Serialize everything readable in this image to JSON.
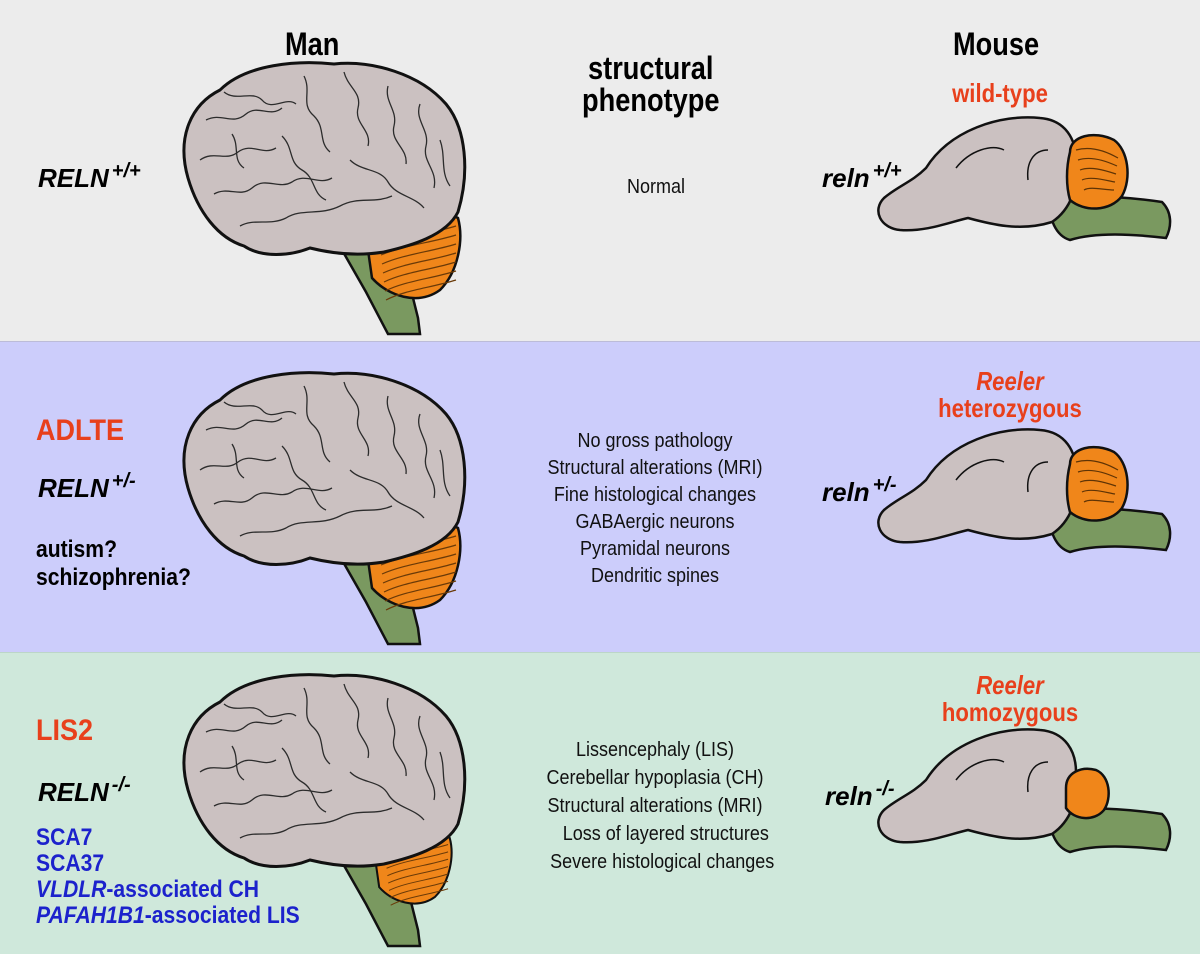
{
  "headers": {
    "man": "Man",
    "phenotype": "structural\nphenotype",
    "mouse": "Mouse"
  },
  "rows": [
    {
      "human_gene": "RELN",
      "human_genotype": "+/+",
      "phenotype_lines": [
        "Normal"
      ],
      "mouse_label": "wild-type",
      "mouse_gene": "reln",
      "mouse_genotype": "+/+"
    },
    {
      "disease": "ADLTE",
      "human_gene": "RELN",
      "human_genotype": "+/-",
      "associated": [
        "autism?",
        "schizophrenia?"
      ],
      "phenotype_lines": [
        "No gross pathology",
        "Structural alterations (MRI)",
        "Fine histological changes",
        "GABAergic neurons",
        "Pyramidal neurons",
        "Dendritic spines"
      ],
      "mouse_label_italic": "Reeler",
      "mouse_label": "heterozygous",
      "mouse_gene": "reln",
      "mouse_genotype": "+/-"
    },
    {
      "disease": "LIS2",
      "human_gene": "RELN",
      "human_genotype": "-/-",
      "related_conditions": [
        {
          "italic": "",
          "text": "SCA7"
        },
        {
          "italic": "",
          "text": "SCA37"
        },
        {
          "italic": "VLDLR",
          "text": "-associated CH"
        },
        {
          "italic": "PAFAH1B1",
          "text": "-associated LIS"
        }
      ],
      "phenotype_lines": [
        "Lissencephaly (LIS)",
        "Cerebellar hypoplasia (CH)",
        "Structural alterations (MRI)",
        "Loss of layered structures",
        "Severe histological changes"
      ],
      "mouse_label_italic": "Reeler",
      "mouse_label": "homozygous",
      "mouse_gene": "reln",
      "mouse_genotype": "-/-"
    }
  ],
  "colors": {
    "band1": "#ececec",
    "band2": "#cccdfb",
    "band3": "#cfe8db",
    "cerebrum": "#cbc1c1",
    "cerebellum": "#f0861a",
    "brainstem": "#7a9960",
    "accent_red": "#e8401c",
    "accent_blue": "#1c22cc"
  }
}
